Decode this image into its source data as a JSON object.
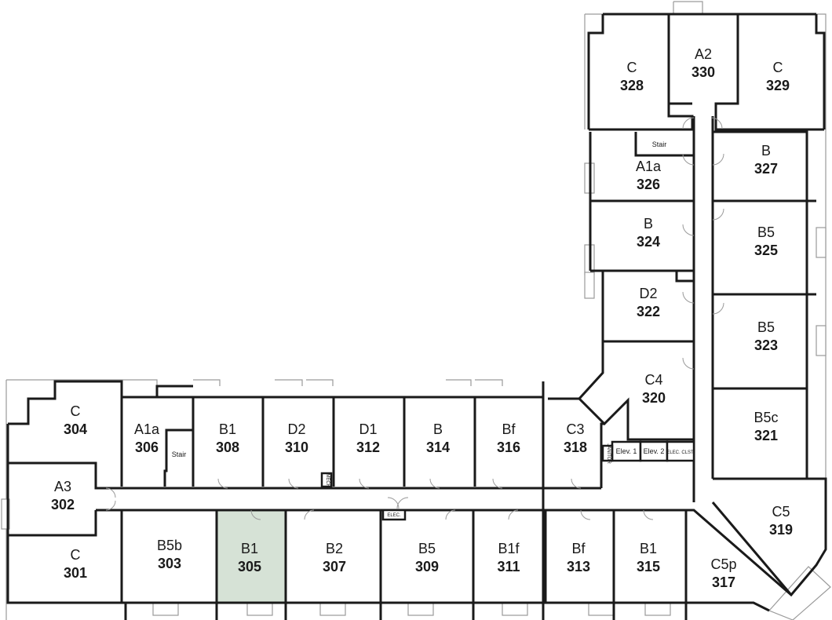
{
  "highlight_color": "#d6e2d6",
  "highlight_text_color": "#7a8a7a",
  "rooms": [
    {
      "type": "C",
      "number": "328",
      "highlighted": false
    },
    {
      "type": "A2",
      "number": "330",
      "highlighted": false
    },
    {
      "type": "C",
      "number": "329",
      "highlighted": false
    },
    {
      "type": "A1a",
      "number": "326",
      "highlighted": false
    },
    {
      "type": "B",
      "number": "327",
      "highlighted": false
    },
    {
      "type": "B",
      "number": "324",
      "highlighted": false
    },
    {
      "type": "B5",
      "number": "325",
      "highlighted": false
    },
    {
      "type": "D2",
      "number": "322",
      "highlighted": false
    },
    {
      "type": "B5",
      "number": "323",
      "highlighted": false
    },
    {
      "type": "C4",
      "number": "320",
      "highlighted": false
    },
    {
      "type": "B5c",
      "number": "321",
      "highlighted": false
    },
    {
      "type": "C5",
      "number": "319",
      "highlighted": false
    },
    {
      "type": "C5p",
      "number": "317",
      "highlighted": false
    },
    {
      "type": "C",
      "number": "304",
      "highlighted": false
    },
    {
      "type": "A1a",
      "number": "306",
      "highlighted": false
    },
    {
      "type": "B1",
      "number": "308",
      "highlighted": false
    },
    {
      "type": "D2",
      "number": "310",
      "highlighted": false
    },
    {
      "type": "D1",
      "number": "312",
      "highlighted": false
    },
    {
      "type": "B",
      "number": "314",
      "highlighted": false
    },
    {
      "type": "Bf",
      "number": "316",
      "highlighted": false
    },
    {
      "type": "C3",
      "number": "318",
      "highlighted": false
    },
    {
      "type": "A3",
      "number": "302",
      "highlighted": false
    },
    {
      "type": "C",
      "number": "301",
      "highlighted": false
    },
    {
      "type": "B5b",
      "number": "303",
      "highlighted": false
    },
    {
      "type": "B1",
      "number": "305",
      "highlighted": true
    },
    {
      "type": "B2",
      "number": "307",
      "highlighted": false
    },
    {
      "type": "B5",
      "number": "309",
      "highlighted": false
    },
    {
      "type": "B1f",
      "number": "311",
      "highlighted": false
    },
    {
      "type": "Bf",
      "number": "313",
      "highlighted": false
    },
    {
      "type": "B1",
      "number": "315",
      "highlighted": false
    }
  ],
  "utility": {
    "stair_north": "Stair",
    "stair_west": "Stair",
    "elev1": "Elev. 1",
    "elev2": "Elev. 2",
    "elec_closet": "ELEC. CLST.",
    "elec": "ELEC.",
    "mech": "MECH.",
    "janitor": "JANITOR"
  }
}
